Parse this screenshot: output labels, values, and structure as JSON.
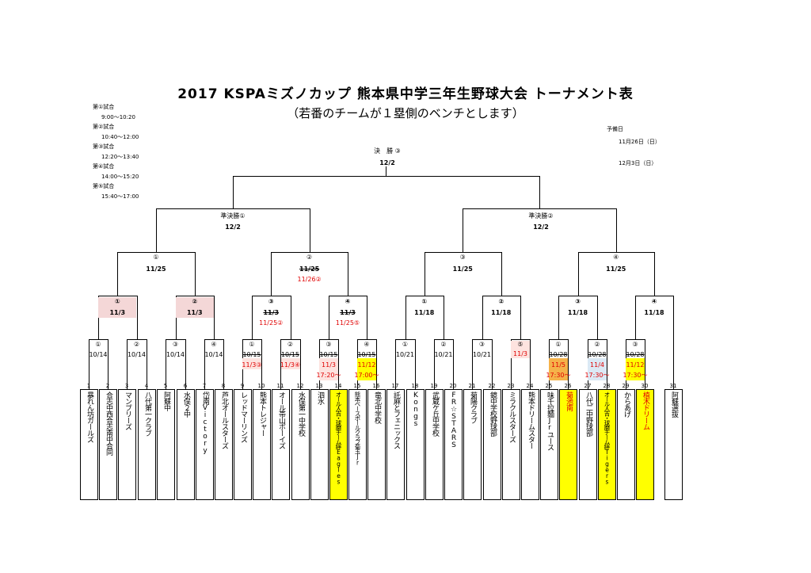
{
  "title": "2017 KSPAミズノカップ 熊本県中学三年生野球大会 トーナメント表",
  "subtitle": "（若番のチームが１塁側のベンチとします）",
  "schedule": [
    {
      "label": "第①試合",
      "time": "9:00〜10:20"
    },
    {
      "label": "第②試合",
      "time": "10:40〜12:00"
    },
    {
      "label": "第③試合",
      "time": "12:20〜13:40"
    },
    {
      "label": "第④試合",
      "time": "14:00〜15:20"
    },
    {
      "label": "第⑤試合",
      "time": "15:40〜17:00"
    }
  ],
  "reserve": {
    "label": "予備日",
    "day1": "11月26日（日）",
    "day2": "12月3日（日）"
  },
  "final": {
    "label": "決　勝 ③",
    "date": "12/2"
  },
  "semis": [
    {
      "label": "準決勝①",
      "date": "12/2"
    },
    {
      "label": "準決勝②",
      "date": "12/2"
    }
  ],
  "qf": [
    {
      "label": "①",
      "date": "11/25"
    },
    {
      "label": "②",
      "date": "11/25",
      "new_date": "11/26②"
    },
    {
      "label": "③",
      "date": "11/25"
    },
    {
      "label": "④",
      "date": "11/25"
    }
  ],
  "r16": [
    {
      "label": "①",
      "date": "11/3"
    },
    {
      "label": "②",
      "date": "11/3"
    },
    {
      "label": "③",
      "date": "11/3",
      "new_date": "11/25②"
    },
    {
      "label": "④",
      "date": "11/3",
      "new_date": "11/25⑤"
    },
    {
      "label": "①",
      "date": "11/18"
    },
    {
      "label": "②",
      "date": "11/18"
    },
    {
      "label": "③",
      "date": "11/18"
    },
    {
      "label": "④",
      "date": "11/18"
    }
  ],
  "r32": [
    {
      "label": "①",
      "date": "10/14"
    },
    {
      "label": "②",
      "date": "10/14"
    },
    {
      "label": "③",
      "date": "10/14"
    },
    {
      "label": "④",
      "date": "10/14"
    },
    {
      "label": "①",
      "date": "10/15",
      "new_date": "11/3③"
    },
    {
      "label": "②",
      "date": "10/15",
      "new_date": "11/3④"
    },
    {
      "label": "③",
      "date": "10/15",
      "new_date": "11/3",
      "time": "17:20〜"
    },
    {
      "label": "④",
      "date": "10/15",
      "new_date": "11/12",
      "time": "17:00〜"
    },
    {
      "label": "①",
      "date": "10/21"
    },
    {
      "label": "②",
      "date": "10/21"
    },
    {
      "label": "③",
      "date": "10/21"
    },
    {
      "label": "⑤",
      "date": "11/3"
    },
    {
      "label": "①",
      "date": "10/28",
      "new_date": "11/5",
      "time": "17:30〜"
    },
    {
      "label": "②",
      "date": "10/28",
      "new_date": "11/4",
      "time": "17:30〜"
    },
    {
      "label": "③",
      "date": "10/28",
      "new_date": "11/12",
      "time": "17:30〜"
    }
  ],
  "teams": [
    {
      "no": "1",
      "name": "暴れん坊ガールズ"
    },
    {
      "no": "2",
      "name": "合志中西合志南中合同"
    },
    {
      "no": "3",
      "name": "マンブリーズ"
    },
    {
      "no": "4",
      "name": "八代第一クラブ"
    },
    {
      "no": "5",
      "name": "阿蘇中"
    },
    {
      "no": "6",
      "name": "水俣２中"
    },
    {
      "no": "7",
      "name": "岱南Victory"
    },
    {
      "no": "8",
      "name": "芦北オールスターズ"
    },
    {
      "no": "9",
      "name": "レッドマーリンズ"
    },
    {
      "no": "10",
      "name": "熊本トレジャー"
    },
    {
      "no": "11",
      "name": "オール帯山ボーイズ"
    },
    {
      "no": "12",
      "name": "水俣第一中学校"
    },
    {
      "no": "13",
      "name": "泗水"
    },
    {
      "no": "14",
      "name": "オール人吉・球磨チーム絆Eagles"
    },
    {
      "no": "15",
      "name": "熊本ベースボールクラブ菊玉Jr"
    },
    {
      "no": "16",
      "name": "竜北中学校"
    },
    {
      "no": "17",
      "name": "託麻とフェニックス"
    },
    {
      "no": "18",
      "name": "Kongs"
    },
    {
      "no": "19",
      "name": "武蔵ケ丘中学校"
    },
    {
      "no": "20",
      "name": "FR☆STARS"
    },
    {
      "no": "21",
      "name": "菊陽クラブ"
    },
    {
      "no": "22",
      "name": "鏡中学校野球部"
    },
    {
      "no": "23",
      "name": "ミラクルスターズ"
    },
    {
      "no": "24",
      "name": "熊本ドリームスター"
    },
    {
      "no": "25",
      "name": "味千拉麺Jrユース"
    },
    {
      "no": "26",
      "name": "菊池南"
    },
    {
      "no": "27",
      "name": "八代二中野球部"
    },
    {
      "no": "28",
      "name": "オール人吉・球磨チーム絆Tigers"
    },
    {
      "no": "29",
      "name": "からあげ"
    },
    {
      "no": "30",
      "name": "植木ドリーム"
    },
    {
      "no": "31",
      "name": "阿蘇選抜"
    }
  ],
  "colors": {
    "highlight_yellow": "#ffff00",
    "highlight_orange": "#f5b24a",
    "highlight_pink": "#f4d7d7",
    "red_text": "#e00000"
  }
}
